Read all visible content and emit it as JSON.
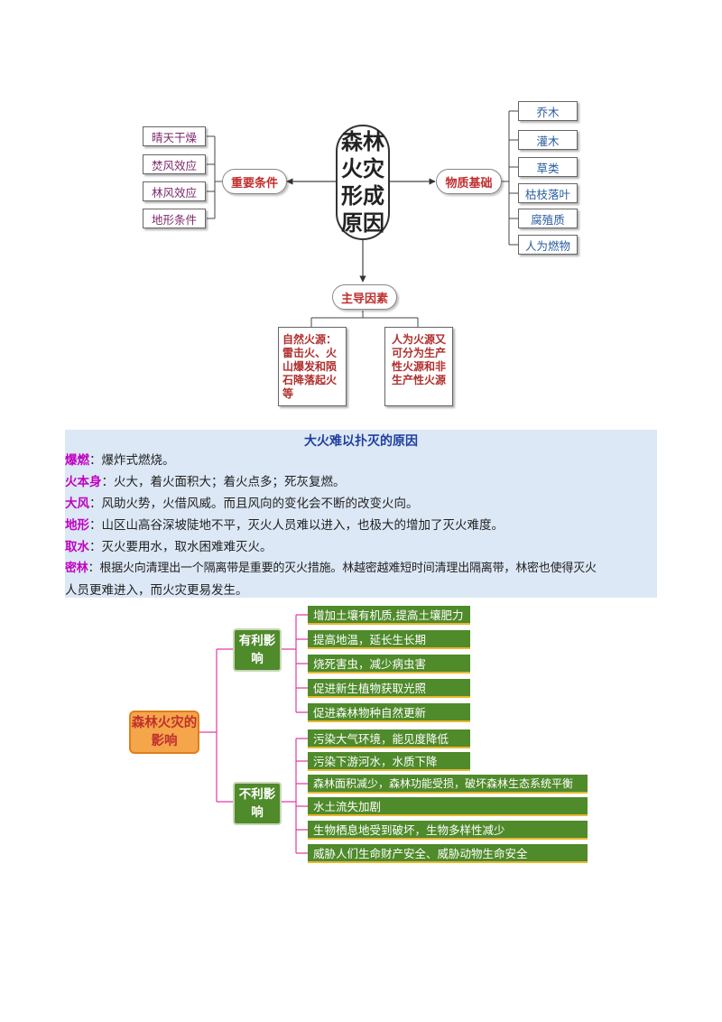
{
  "causes": {
    "center": "森林火灾形成原因",
    "important_conditions": {
      "label": "重要条件",
      "items": [
        "晴天干燥",
        "焚风效应",
        "林风效应",
        "地形条件"
      ]
    },
    "material_basis": {
      "label": "物质基础",
      "items": [
        "乔木",
        "灌木",
        "草类",
        "枯枝落叶",
        "腐殖质",
        "人为燃物"
      ]
    },
    "dominant_factors": {
      "label": "主导因素",
      "natural": "自然火源：雷击火、火山爆发和陨石降落起火等",
      "human": "人为火源又可分为生产性火源和非生产性火源"
    },
    "colors": {
      "pill_text": "#c0302f",
      "left_text": "#7b2a6b",
      "right_text": "#2a5d9f"
    }
  },
  "hard_to_extinguish": {
    "title": "大火难以扑灭的原因",
    "rows": [
      {
        "key": "爆燃",
        "text": "：爆炸式燃烧。"
      },
      {
        "key": "火本身",
        "text": "：火大，着火面积大；着火点多；死灰复燃。"
      },
      {
        "key": "大风",
        "text": "：风助火势，火借风威。而且风向的变化会不断的改变火向。"
      },
      {
        "key": "地形",
        "text": "：山区山高谷深坡陡地不平，灭火人员难以进入，也极大的增加了灭火难度。"
      },
      {
        "key": "取水",
        "text": "：灭火要用水，取水困难难灭火。"
      },
      {
        "key": "密林",
        "text": "：根据火向清理出一个隔离带是重要的灭火措施。林越密越难短时间清理出隔离带，林密也使得灭火"
      }
    ],
    "continuation": "人员更难进入，而火灾更易发生。",
    "colors": {
      "key": "#c000c0",
      "title": "#1f3f9e",
      "panel": "#dce8f6"
    }
  },
  "impacts": {
    "root": "森林火灾的影响",
    "positive": {
      "label": "有利影响",
      "items": [
        "增加土壤有机质,提高土壤肥力",
        "提高地温，延长生长期",
        "烧死害虫，减少病虫害",
        "促进新生植物获取光照",
        "促进森林物种自然更新"
      ]
    },
    "negative": {
      "label": "不利影响",
      "items": [
        "污染大气环境，能见度降低",
        "污染下游河水，水质下降",
        "森林面积减少，森林功能受损，破坏森林生态系统平衡",
        "水土流失加剧",
        "生物栖息地受到破坏，生物多样性减少",
        "威胁人们生命财产安全、威胁动物生命安全"
      ]
    },
    "colors": {
      "root_bg": "#f5a54a",
      "node_bg": "#4f8a2b",
      "line": "#e23ca0",
      "bar_underline": "#e9b82f"
    }
  }
}
